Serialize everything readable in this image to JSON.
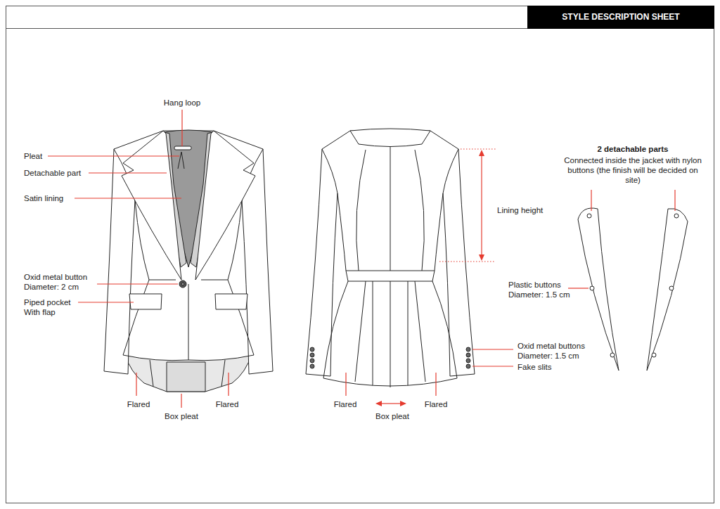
{
  "diagram": {
    "title": "STYLE DESCRIPTION SHEET",
    "labels": [
      "Hang loop",
      "Pleat",
      "Detachable part",
      "Satin lining",
      "Oxid metal button Diameter: 2 cm",
      "Piped pocket With flap",
      "Flared",
      "Box pleat",
      "Flared",
      "Flared",
      "Box pleat",
      "Flared",
      "Lining height",
      "2 detachable parts",
      "Connected inside the jacket with nylon buttons (the finish will be decided on site)",
      "Plastic buttons Diameter: 1.5 cm",
      "Oxid metal buttons Diameter: 1.5 cm",
      "Fake slits"
    ]
  }
}
